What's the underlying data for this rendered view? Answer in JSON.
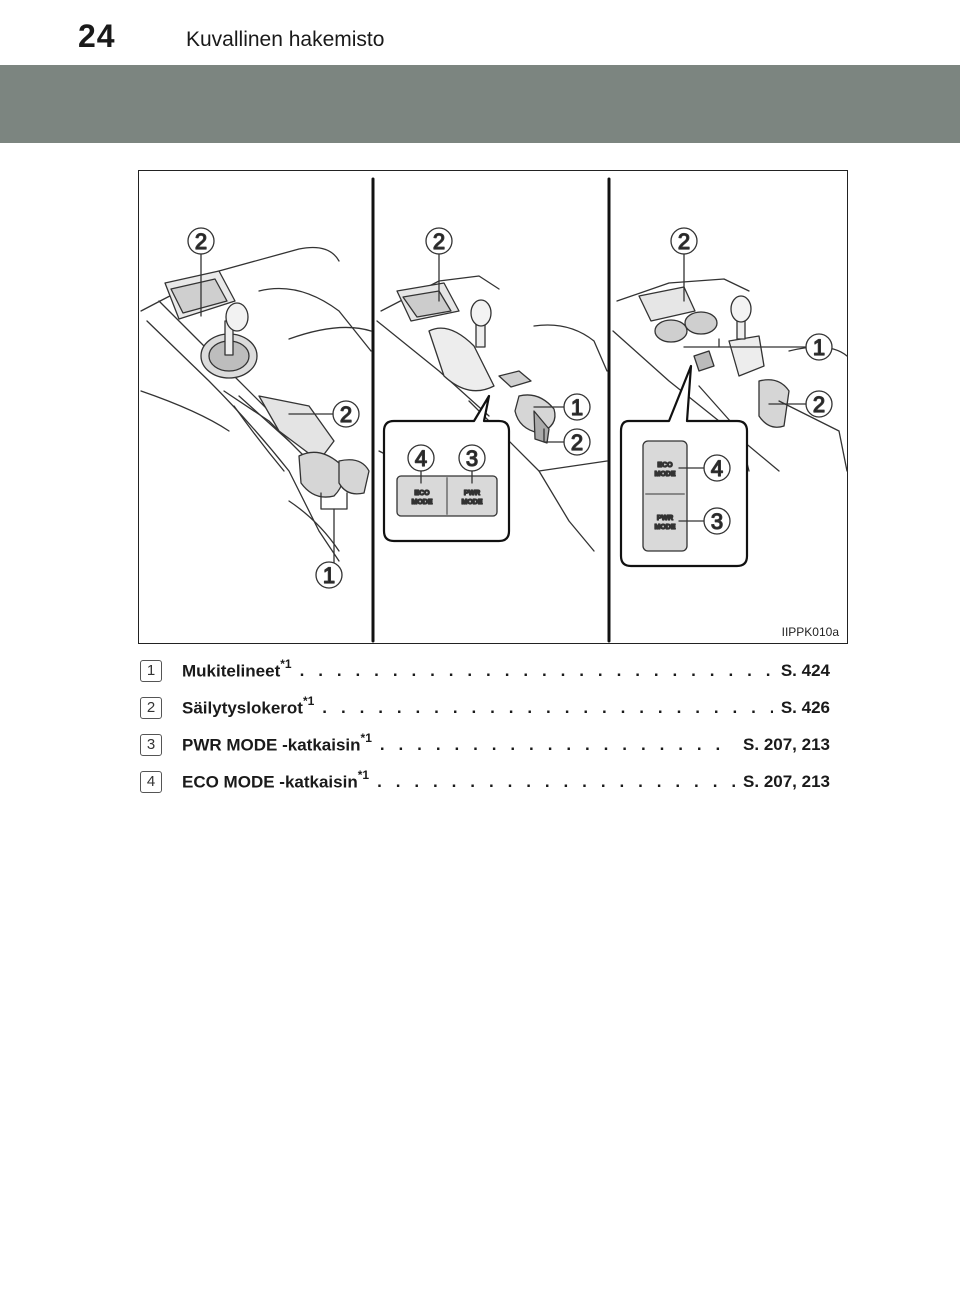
{
  "header": {
    "page_number": "24",
    "section_title": "Kuvallinen hakemisto"
  },
  "figure": {
    "code": "IIPPK010a",
    "callouts": {
      "one": "1",
      "two": "2",
      "three": "3",
      "four": "4"
    },
    "buttons": {
      "eco": "ECO",
      "pwr": "PWR",
      "mode": "MODE"
    }
  },
  "legend": [
    {
      "number": "1",
      "label": "Mukitelineet",
      "footnote": "*1",
      "page_ref": "S. 424"
    },
    {
      "number": "2",
      "label": "Säilytyslokerot",
      "footnote": "*1",
      "page_ref": "S. 426"
    },
    {
      "number": "3",
      "label": "PWR MODE -katkaisin",
      "footnote": "*1",
      "page_ref": "S. 207, 213"
    },
    {
      "number": "4",
      "label": "ECO MODE -katkaisin",
      "footnote": "*1",
      "page_ref": "S. 207, 213"
    }
  ]
}
